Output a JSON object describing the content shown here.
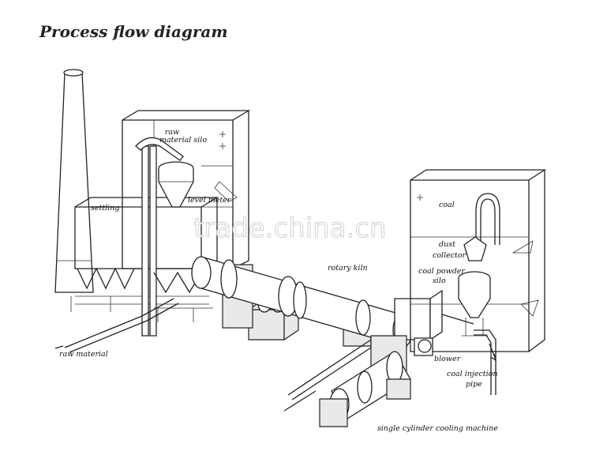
{
  "title": "Process flow diagram",
  "watermark": "trade.china.cn",
  "labels": {
    "settling": "settling",
    "raw_material_silo_1": "raw",
    "raw_material_silo_2": "material silo",
    "level_meter": "level meter",
    "raw_material": "raw material",
    "rotary_kiln": "rotary kiln",
    "coal": "coal",
    "dust_collector_1": "dust",
    "dust_collector_2": "collector",
    "coal_powder_silo_1": "coal powder",
    "coal_powder_silo_2": "silo",
    "blower": "blower",
    "coal_injection_pipe_1": "coal injection",
    "coal_injection_pipe_2": "pipe",
    "single_cylinder_cooling_machine": "single cylinder cooling machine"
  }
}
